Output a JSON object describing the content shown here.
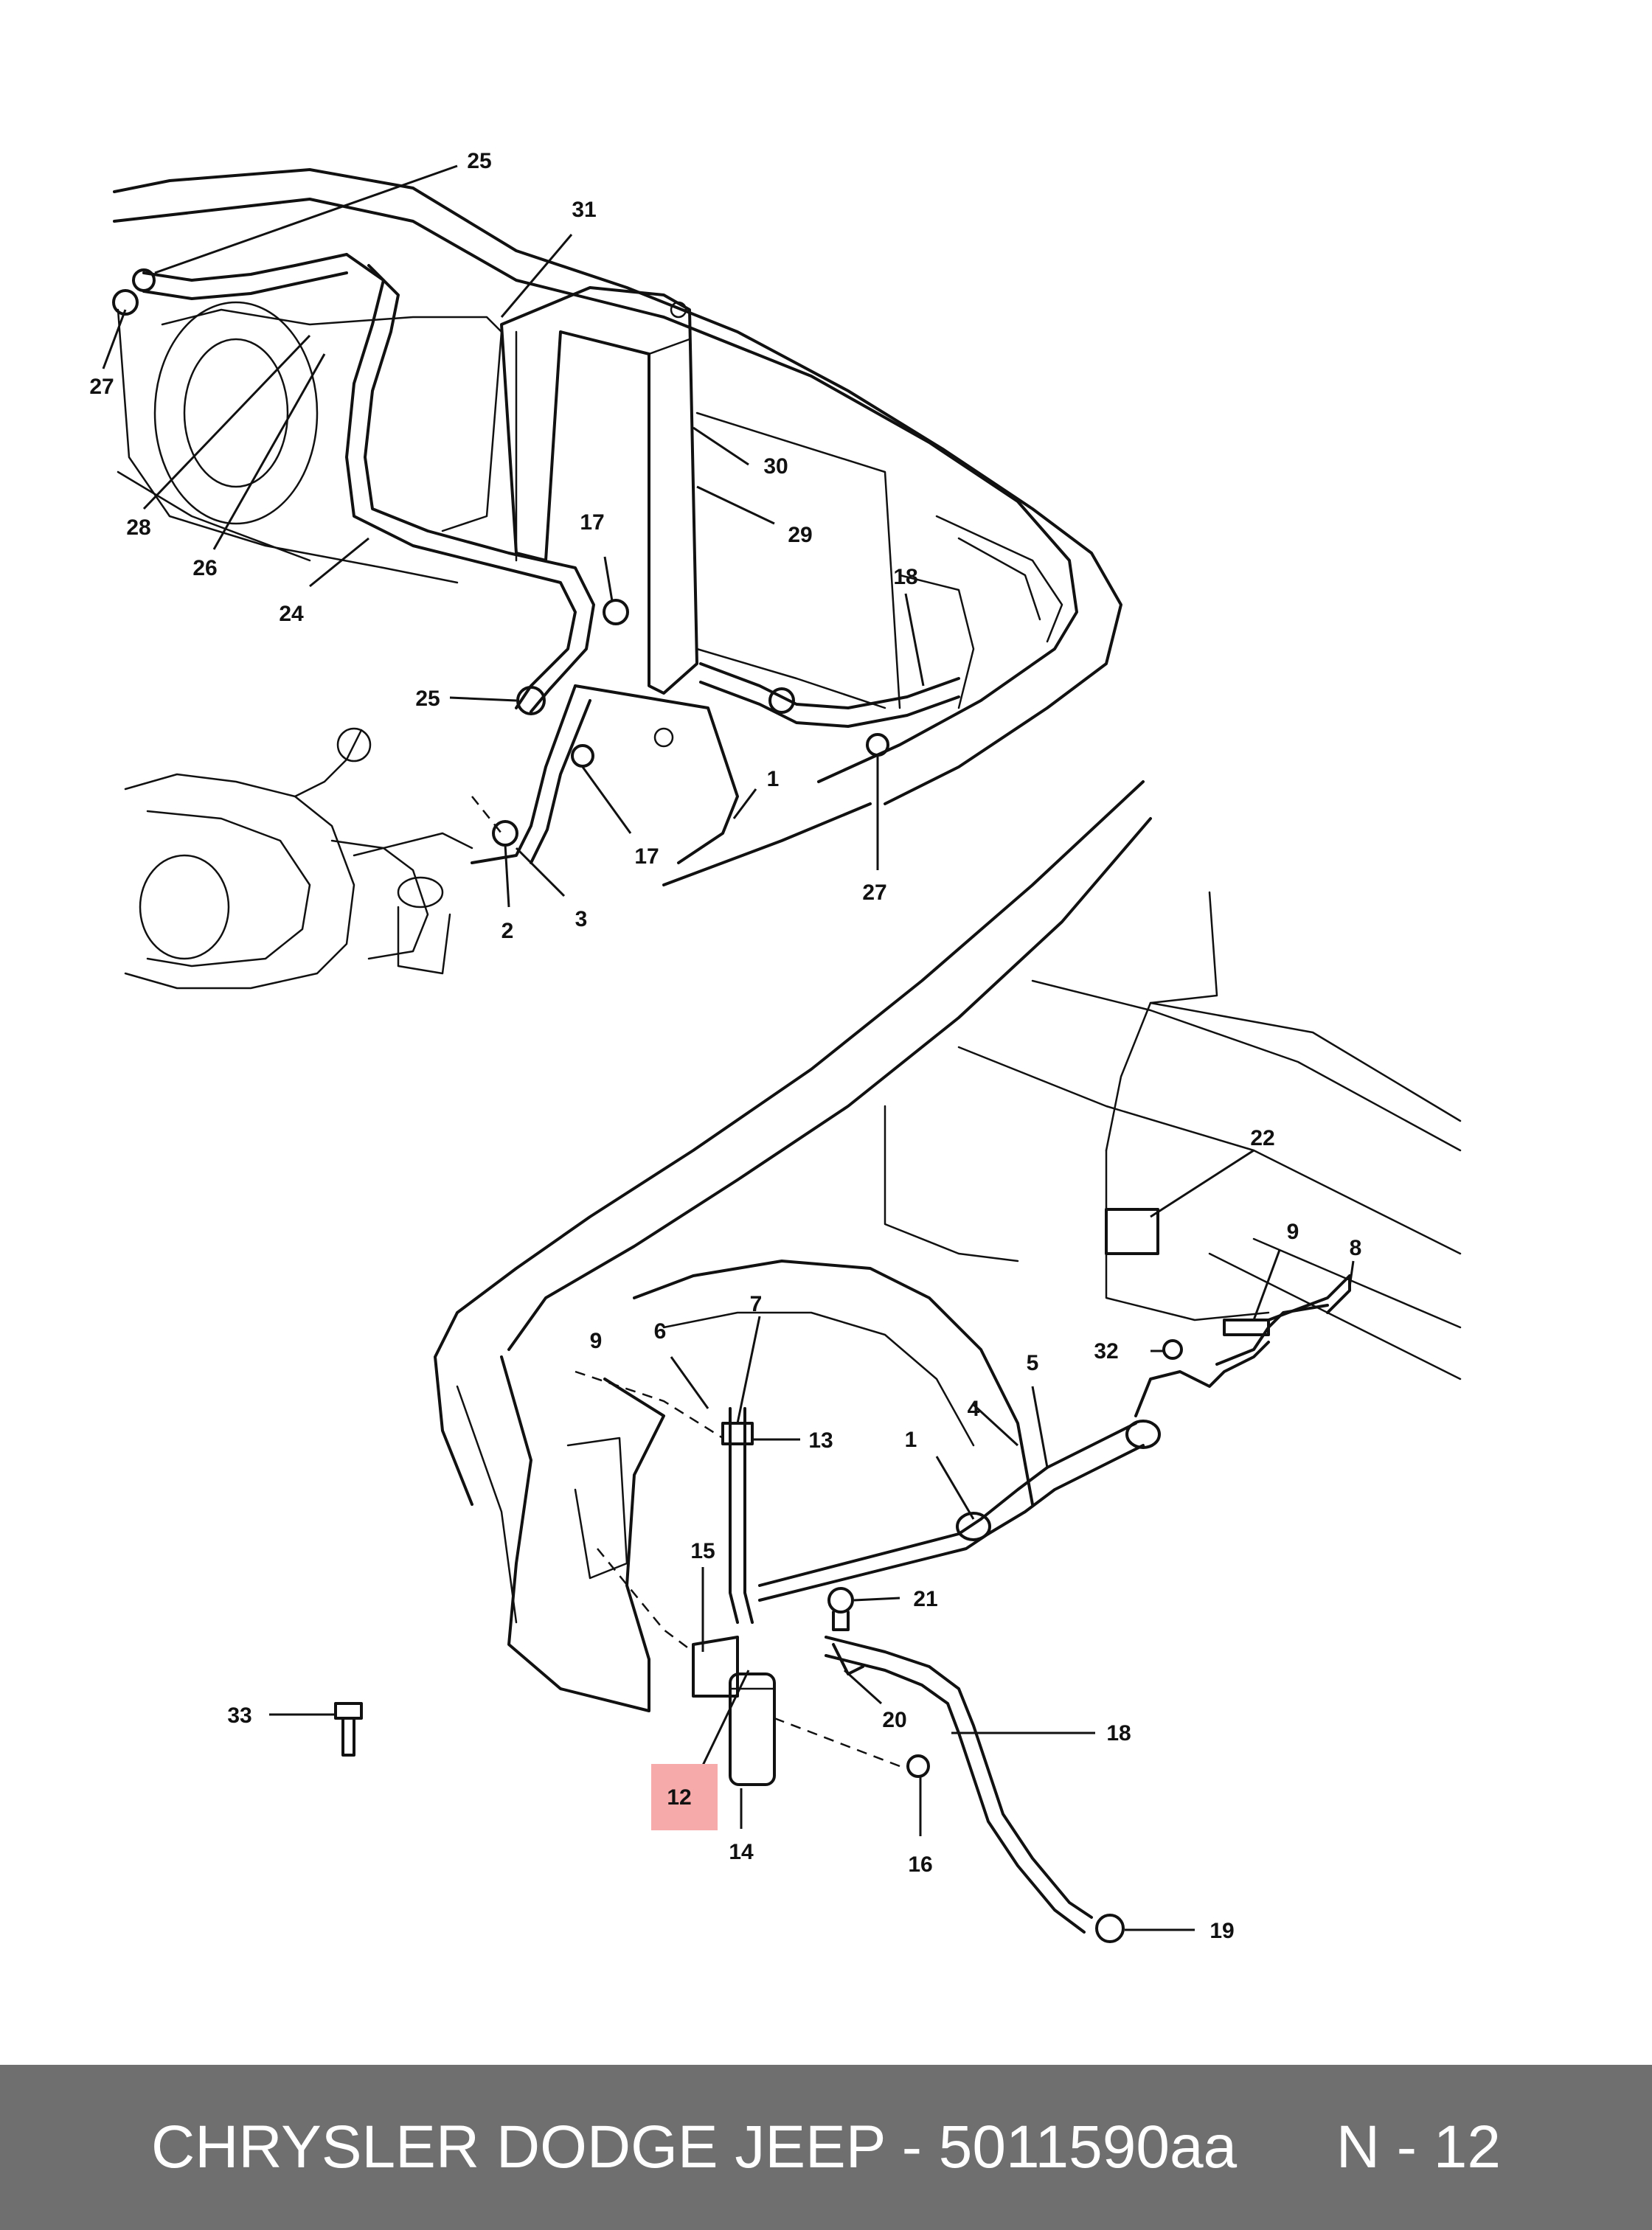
{
  "callouts": {
    "c1": "25",
    "c2": "31",
    "c3": "27",
    "c4": "28",
    "c5": "26",
    "c6": "24",
    "c7": "30",
    "c8": "29",
    "c9": "17",
    "c10": "18",
    "c11": "25",
    "c12": "1",
    "c13": "17",
    "c14": "2",
    "c15": "3",
    "c16": "27",
    "c17": "22",
    "c18": "9",
    "c19": "8",
    "c20": "32",
    "c21": "5",
    "c22": "4",
    "c23": "9",
    "c24": "6",
    "c25": "7",
    "c26": "13",
    "c27": "1",
    "c28": "15",
    "c29": "21",
    "c30": "20",
    "c31": "18",
    "c32": "33",
    "c33": "12",
    "c34": "14",
    "c35": "16",
    "c36": "19"
  },
  "highlight": {
    "callout": "12",
    "color": "#f7aaaa"
  },
  "footer": {
    "part_text": "CHRYSLER DODGE JEEP - 5011590aa",
    "page_text": "N - 12",
    "background": "#6f6f6f",
    "text_color": "#ffffff"
  }
}
